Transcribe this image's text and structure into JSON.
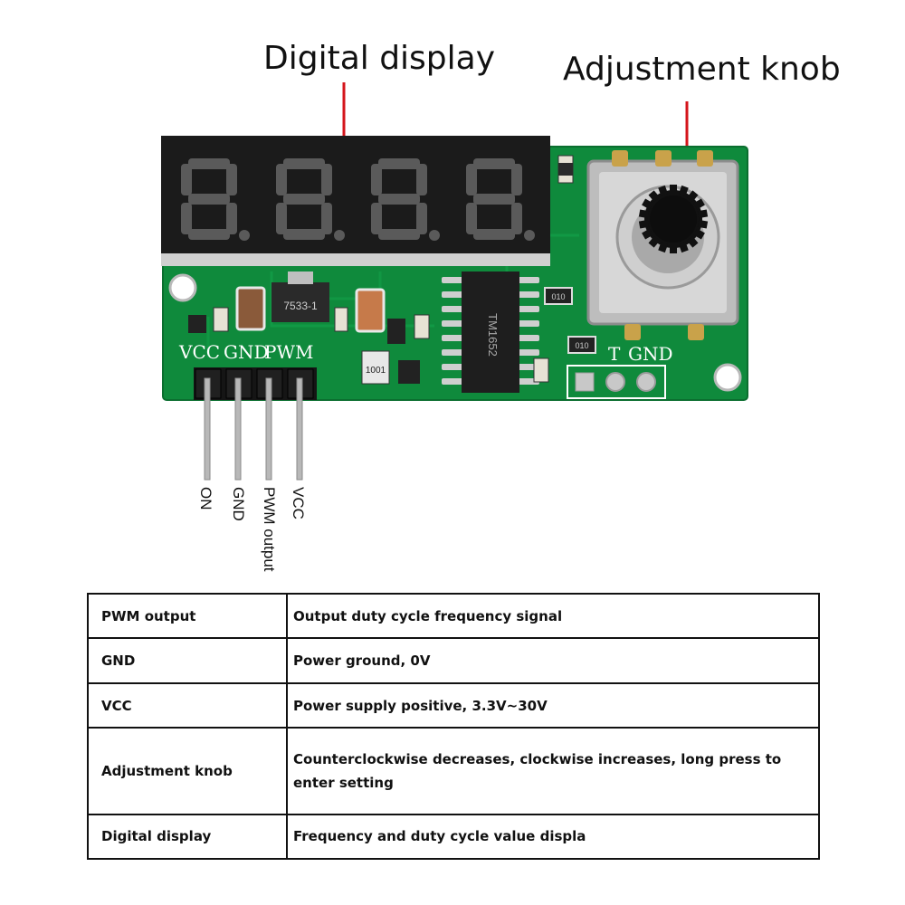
{
  "callouts": {
    "display": "Digital display",
    "knob": "Adjustment knob"
  },
  "silkscreen": {
    "vcc": "VCC",
    "gnd": "GND",
    "pwm": "PWM",
    "t": "T",
    "gnd2": "GND",
    "ic_regulator": "7533-1",
    "ic_main": "TM1652",
    "resistor": "1001",
    "resistor2": "010",
    "resistor3": "010"
  },
  "pins": {
    "on": "ON",
    "gnd": "GND",
    "pwm": "PWM output",
    "vcc": "VCC"
  },
  "table": {
    "rows": [
      {
        "label": "PWM output",
        "desc": "Output duty cycle frequency signal"
      },
      {
        "label": "GND",
        "desc": "Power ground, 0V"
      },
      {
        "label": "VCC",
        "desc": "Power supply positive, 3.3V~30V"
      },
      {
        "label": "Adjustment knob",
        "desc": "Counterclockwise decreases, clockwise increases, long press to enter setting"
      },
      {
        "label": "Digital display",
        "desc": "Frequency and duty cycle value displa"
      }
    ]
  },
  "colors": {
    "pcb": "#0f8a3c",
    "callout_line": "#d4141b",
    "display_body": "#1b1b1b",
    "segment": "#5a5a5a"
  }
}
